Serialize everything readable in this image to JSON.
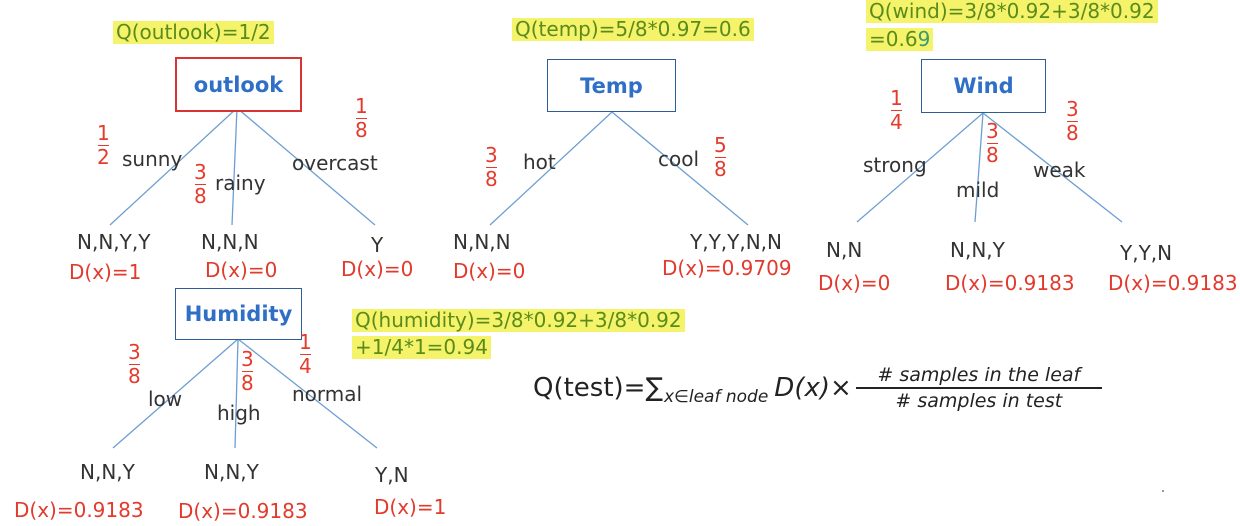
{
  "q_outlook": "Q(outlook)=1/2",
  "q_temp": "Q(temp)=5/8*0.97=0.6",
  "q_wind_line1": "Q(wind)=3/8*0.92+3/8*0.92",
  "q_wind_line2_a": "=0.6",
  "q_wind_line2_b": "9",
  "q_humidity_line1": "Q(humidity)=3/8*0.92+3/8*0.92",
  "q_humidity_line2": "+1/4*1=0.94",
  "outlook": {
    "label": "outlook",
    "branches": [
      {
        "name": "sunny",
        "frac_num": "1",
        "frac_den": "2",
        "leaf": "N,N,Y,Y",
        "d": "D(x)=1"
      },
      {
        "name": "rainy",
        "frac_num": "3",
        "frac_den": "8",
        "leaf": "N,N,N",
        "d": "D(x)=0"
      },
      {
        "name": "overcast",
        "frac_num": "1",
        "frac_den": "8",
        "leaf": "Y",
        "d": "D(x)=0"
      }
    ]
  },
  "temp": {
    "label": "Temp",
    "branches": [
      {
        "name": "hot",
        "frac_num": "3",
        "frac_den": "8",
        "leaf": "N,N,N",
        "d": "D(x)=0"
      },
      {
        "name": "cool",
        "frac_num": "5",
        "frac_den": "8",
        "leaf": "Y,Y,Y,N,N",
        "d": "D(x)=0.9709"
      }
    ]
  },
  "wind": {
    "label": "Wind",
    "branches": [
      {
        "name": "strong",
        "frac_num": "1",
        "frac_den": "4",
        "leaf": "N,N",
        "d": "D(x)=0"
      },
      {
        "name": "mild",
        "frac_num": "3",
        "frac_den": "8",
        "leaf": "N,N,Y",
        "d": "D(x)=0.9183"
      },
      {
        "name": "weak",
        "frac_num": "3",
        "frac_den": "8",
        "leaf": "Y,Y,N",
        "d": "D(x)=0.9183"
      }
    ]
  },
  "humidity": {
    "label": "Humidity",
    "branches": [
      {
        "name": "low",
        "frac_num": "3",
        "frac_den": "8",
        "leaf": "N,N,Y",
        "d": "D(x)=0.9183"
      },
      {
        "name": "high",
        "frac_num": "3",
        "frac_den": "8",
        "leaf": "N,N,Y",
        "d": "D(x)=0.9183"
      },
      {
        "name": "normal",
        "frac_num": "1",
        "frac_den": "4",
        "leaf": "Y,N",
        "d": "D(x)=1"
      }
    ]
  },
  "formula": {
    "lhs": "Q(test)=",
    "sum": "∑",
    "sub": "x∈leaf node",
    "dx": "D(x)",
    "times": "×",
    "numerator": "# samples in the leaf",
    "denominator": "# samples in test"
  },
  "colors": {
    "highlight": "#f4f36a",
    "highlight_text": "#5b8b1d",
    "node_text": "#2f6fc6",
    "selected_border": "#d93434",
    "fraction": "#e53b2c",
    "edge": "#6e9ed0"
  }
}
